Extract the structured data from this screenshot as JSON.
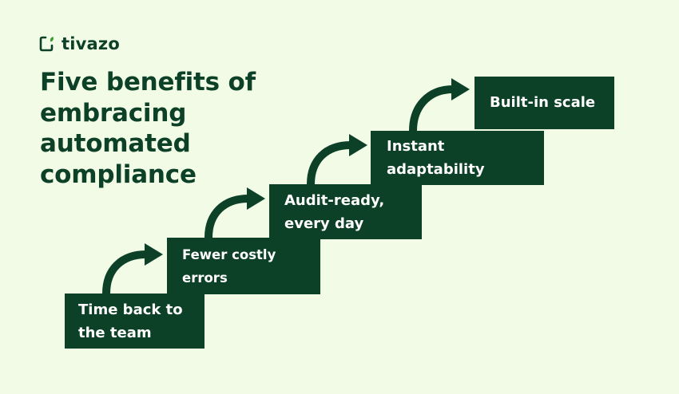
{
  "brand": {
    "name": "tivazo",
    "logo_icon": "document-leaf-icon",
    "colors": {
      "primary": "#0c4027",
      "accent": "#3c9c2e",
      "background": "#f1fbe6"
    }
  },
  "headline": {
    "line1": "Five benefits of",
    "line2": "embracing",
    "line3": "automated",
    "line4": "compliance"
  },
  "steps": [
    {
      "line1": "Time back to",
      "line2": "the team"
    },
    {
      "line1": "Fewer costly",
      "line2": "errors"
    },
    {
      "line1": "Audit-ready,",
      "line2": "every day"
    },
    {
      "line1": "Instant",
      "line2": "adaptability"
    },
    {
      "line1": "Built-in scale"
    }
  ],
  "connector_icon": "curved-arrow-icon"
}
